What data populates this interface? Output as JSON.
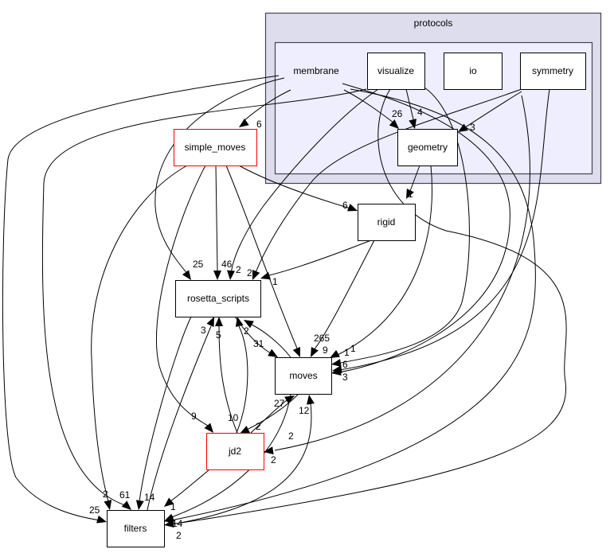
{
  "clusters": {
    "outer": {
      "label": "protocols"
    },
    "inner_fill": "#eeeeff",
    "outer_fill": "#ddddee"
  },
  "nodes": {
    "membrane": "membrane",
    "visualize": "visualize",
    "io": "io",
    "symmetry": "symmetry",
    "geometry": "geometry",
    "simple_moves": "simple_moves",
    "rigid": "rigid",
    "rosetta_scripts": "rosetta_scripts",
    "moves": "moves",
    "jd2": "jd2",
    "filters": "filters"
  },
  "highlight_color": "#ff0000",
  "edges": [
    {
      "from": "membrane",
      "to": "simple_moves",
      "label": "6"
    },
    {
      "from": "membrane",
      "to": "geometry",
      "label": "26"
    },
    {
      "from": "membrane",
      "to": "rosetta_scripts",
      "label": "25"
    },
    {
      "from": "membrane",
      "to": "filters",
      "label": "25"
    },
    {
      "from": "membrane",
      "to": "moves",
      "label": "6"
    },
    {
      "from": "visualize",
      "to": "geometry",
      "label": "4"
    },
    {
      "from": "visualize",
      "to": "rosetta_scripts",
      "label": "2"
    },
    {
      "from": "visualize",
      "to": "filters",
      "label": "61"
    },
    {
      "from": "visualize",
      "to": "moves",
      "label": "1"
    },
    {
      "from": "symmetry",
      "to": "geometry",
      "label": "3"
    },
    {
      "from": "symmetry",
      "to": "moves",
      "label": "3"
    },
    {
      "from": "symmetry",
      "to": "rosetta_scripts",
      "label": "2"
    },
    {
      "from": "geometry",
      "to": "rigid",
      "label": "1"
    },
    {
      "from": "geometry",
      "to": "moves",
      "label": "1"
    },
    {
      "from": "simple_moves",
      "to": "rigid",
      "label": "6"
    },
    {
      "from": "simple_moves",
      "to": "rosetta_scripts",
      "label": "46"
    },
    {
      "from": "simple_moves",
      "to": "moves",
      "label": "265"
    },
    {
      "from": "simple_moves",
      "to": "jd2",
      "label": "9"
    },
    {
      "from": "simple_moves",
      "to": "filters",
      "label": "2"
    },
    {
      "from": "rigid",
      "to": "rosetta_scripts",
      "label": "1"
    },
    {
      "from": "rigid",
      "to": "moves",
      "label": "9"
    },
    {
      "from": "rosetta_scripts",
      "to": "moves",
      "label": "31"
    },
    {
      "from": "moves",
      "to": "rosetta_scripts",
      "label": "2"
    },
    {
      "from": "rosetta_scripts",
      "to": "filters",
      "label": "14"
    },
    {
      "from": "filters",
      "to": "rosetta_scripts",
      "label": "3"
    },
    {
      "from": "jd2",
      "to": "rosetta_scripts",
      "label": "5"
    },
    {
      "from": "rosetta_scripts",
      "to": "jd2",
      "label": "10"
    },
    {
      "from": "jd2",
      "to": "moves",
      "label": "27"
    },
    {
      "from": "moves",
      "to": "jd2",
      "label": "2"
    },
    {
      "from": "jd2",
      "to": "filters",
      "label": "1"
    },
    {
      "from": "moves",
      "to": "filters",
      "label": "2"
    },
    {
      "from": "filters",
      "to": "moves",
      "label": "12"
    },
    {
      "from": "membrane",
      "to": "jd2",
      "label": "2"
    },
    {
      "from": "visualize",
      "to": "filters",
      "label": "14"
    },
    {
      "from": "membrane",
      "to": "filters",
      "label": "2"
    }
  ]
}
